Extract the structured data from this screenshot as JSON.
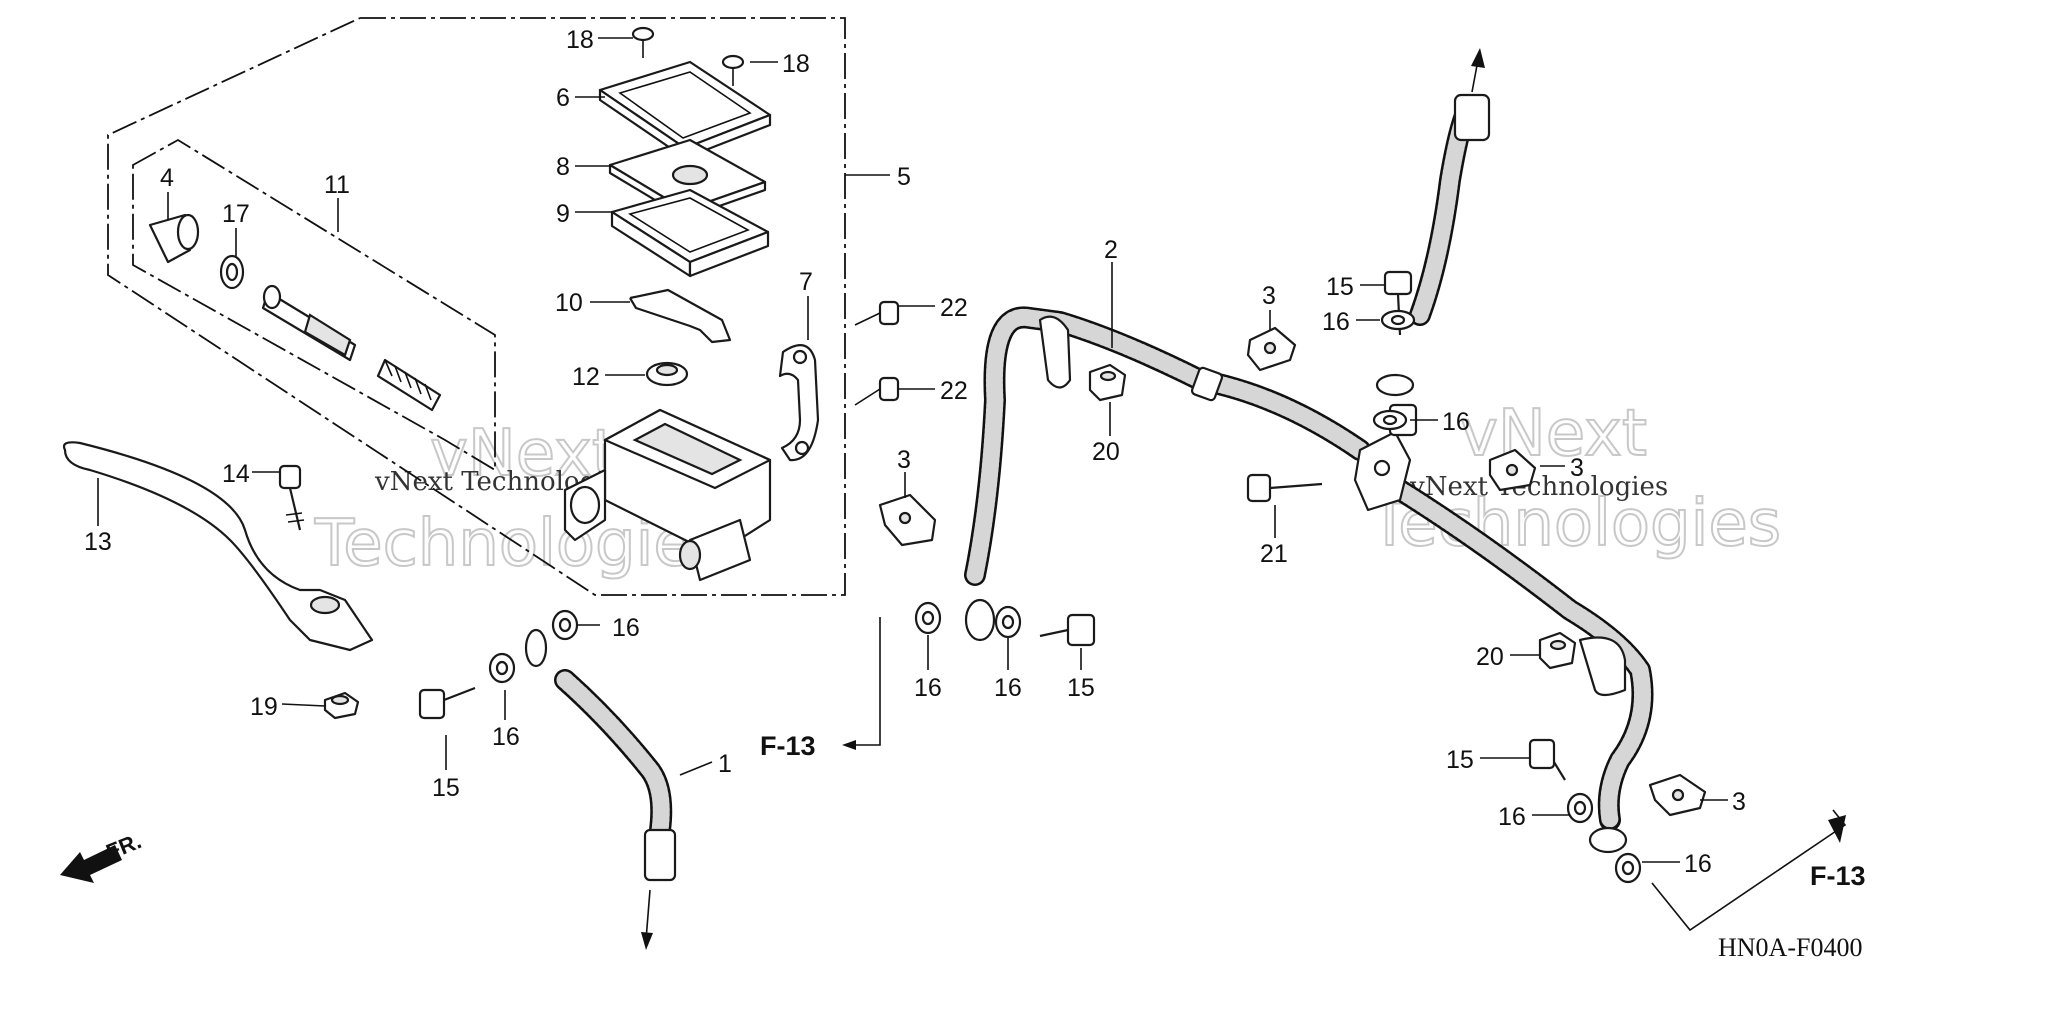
{
  "diagram_code": "HN0A-F0400",
  "front_indicator": "FR.",
  "reference_label": "F-13",
  "watermark": {
    "big_line1": "vNext",
    "big_line2": "Technologies",
    "small": "vNext Technologies"
  },
  "callouts": {
    "c1": "1",
    "c2": "2",
    "c3a": "3",
    "c3b": "3",
    "c3c": "3",
    "c3d": "3",
    "c4": "4",
    "c5": "5",
    "c6": "6",
    "c7": "7",
    "c8": "8",
    "c9": "9",
    "c10": "10",
    "c11": "11",
    "c12": "12",
    "c13": "13",
    "c14": "14",
    "c15a": "15",
    "c15b": "15",
    "c15c": "15",
    "c15d": "15",
    "c16a": "16",
    "c16b": "16",
    "c16c": "16",
    "c16d": "16",
    "c16e": "16",
    "c16f": "16",
    "c16g": "16",
    "c16h": "16",
    "c17": "17",
    "c18a": "18",
    "c18b": "18",
    "c19": "19",
    "c20a": "20",
    "c20b": "20",
    "c21": "21",
    "c22a": "22",
    "c22b": "22"
  }
}
